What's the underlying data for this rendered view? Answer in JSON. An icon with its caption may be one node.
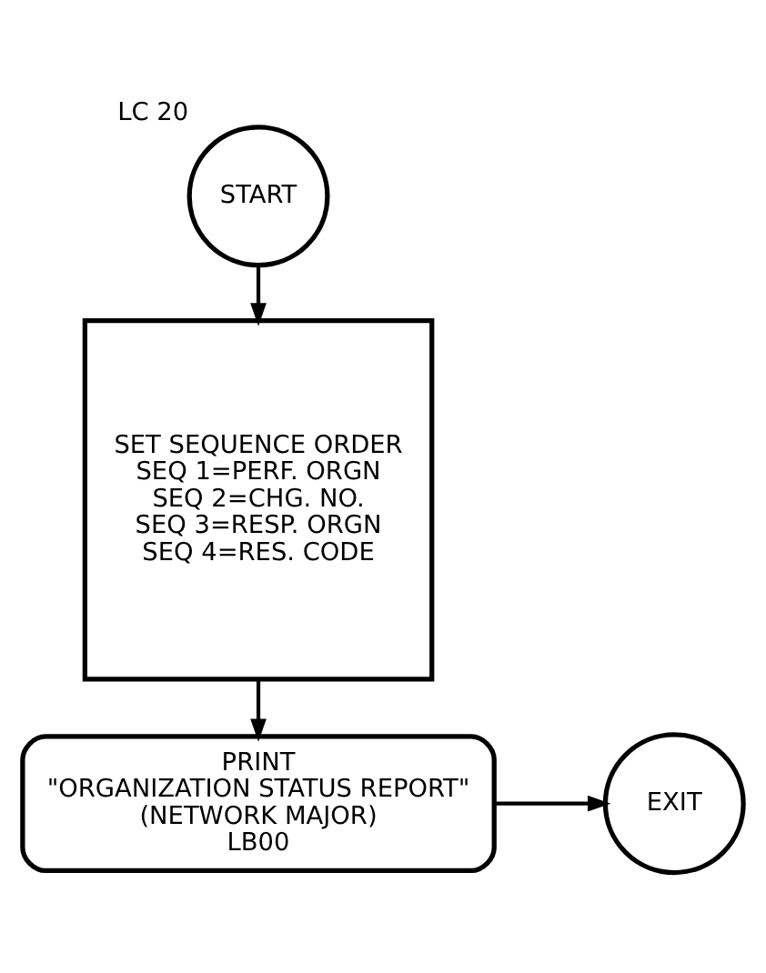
{
  "diagram": {
    "nodes": [
      {
        "text": [
          "START"
        ],
        "beside": [
          "LC 20"
        ]
      },
      {
        "text": [
          "SET SEQUENCE ORDER",
          "SEQ 1=PERF. ORGN",
          "SEQ 2=CHG. NO.",
          "SEQ 3=RESP. ORGN",
          "SEQ 4=RES. CODE"
        ]
      },
      {
        "text": [
          "PRINT",
          "\"ORGANIZATION STATUS REPORT\"",
          "(NETWORK MAJOR)",
          "LB00"
        ]
      },
      {
        "text": [
          "EXIT"
        ]
      }
    ],
    "edges": [
      {
        "from": 0,
        "to": 1,
        "arrow": "to"
      },
      {
        "from": 1,
        "to": 2,
        "arrow": "to"
      },
      {
        "from": 2,
        "to": 3,
        "arrow": "to"
      }
    ]
  }
}
